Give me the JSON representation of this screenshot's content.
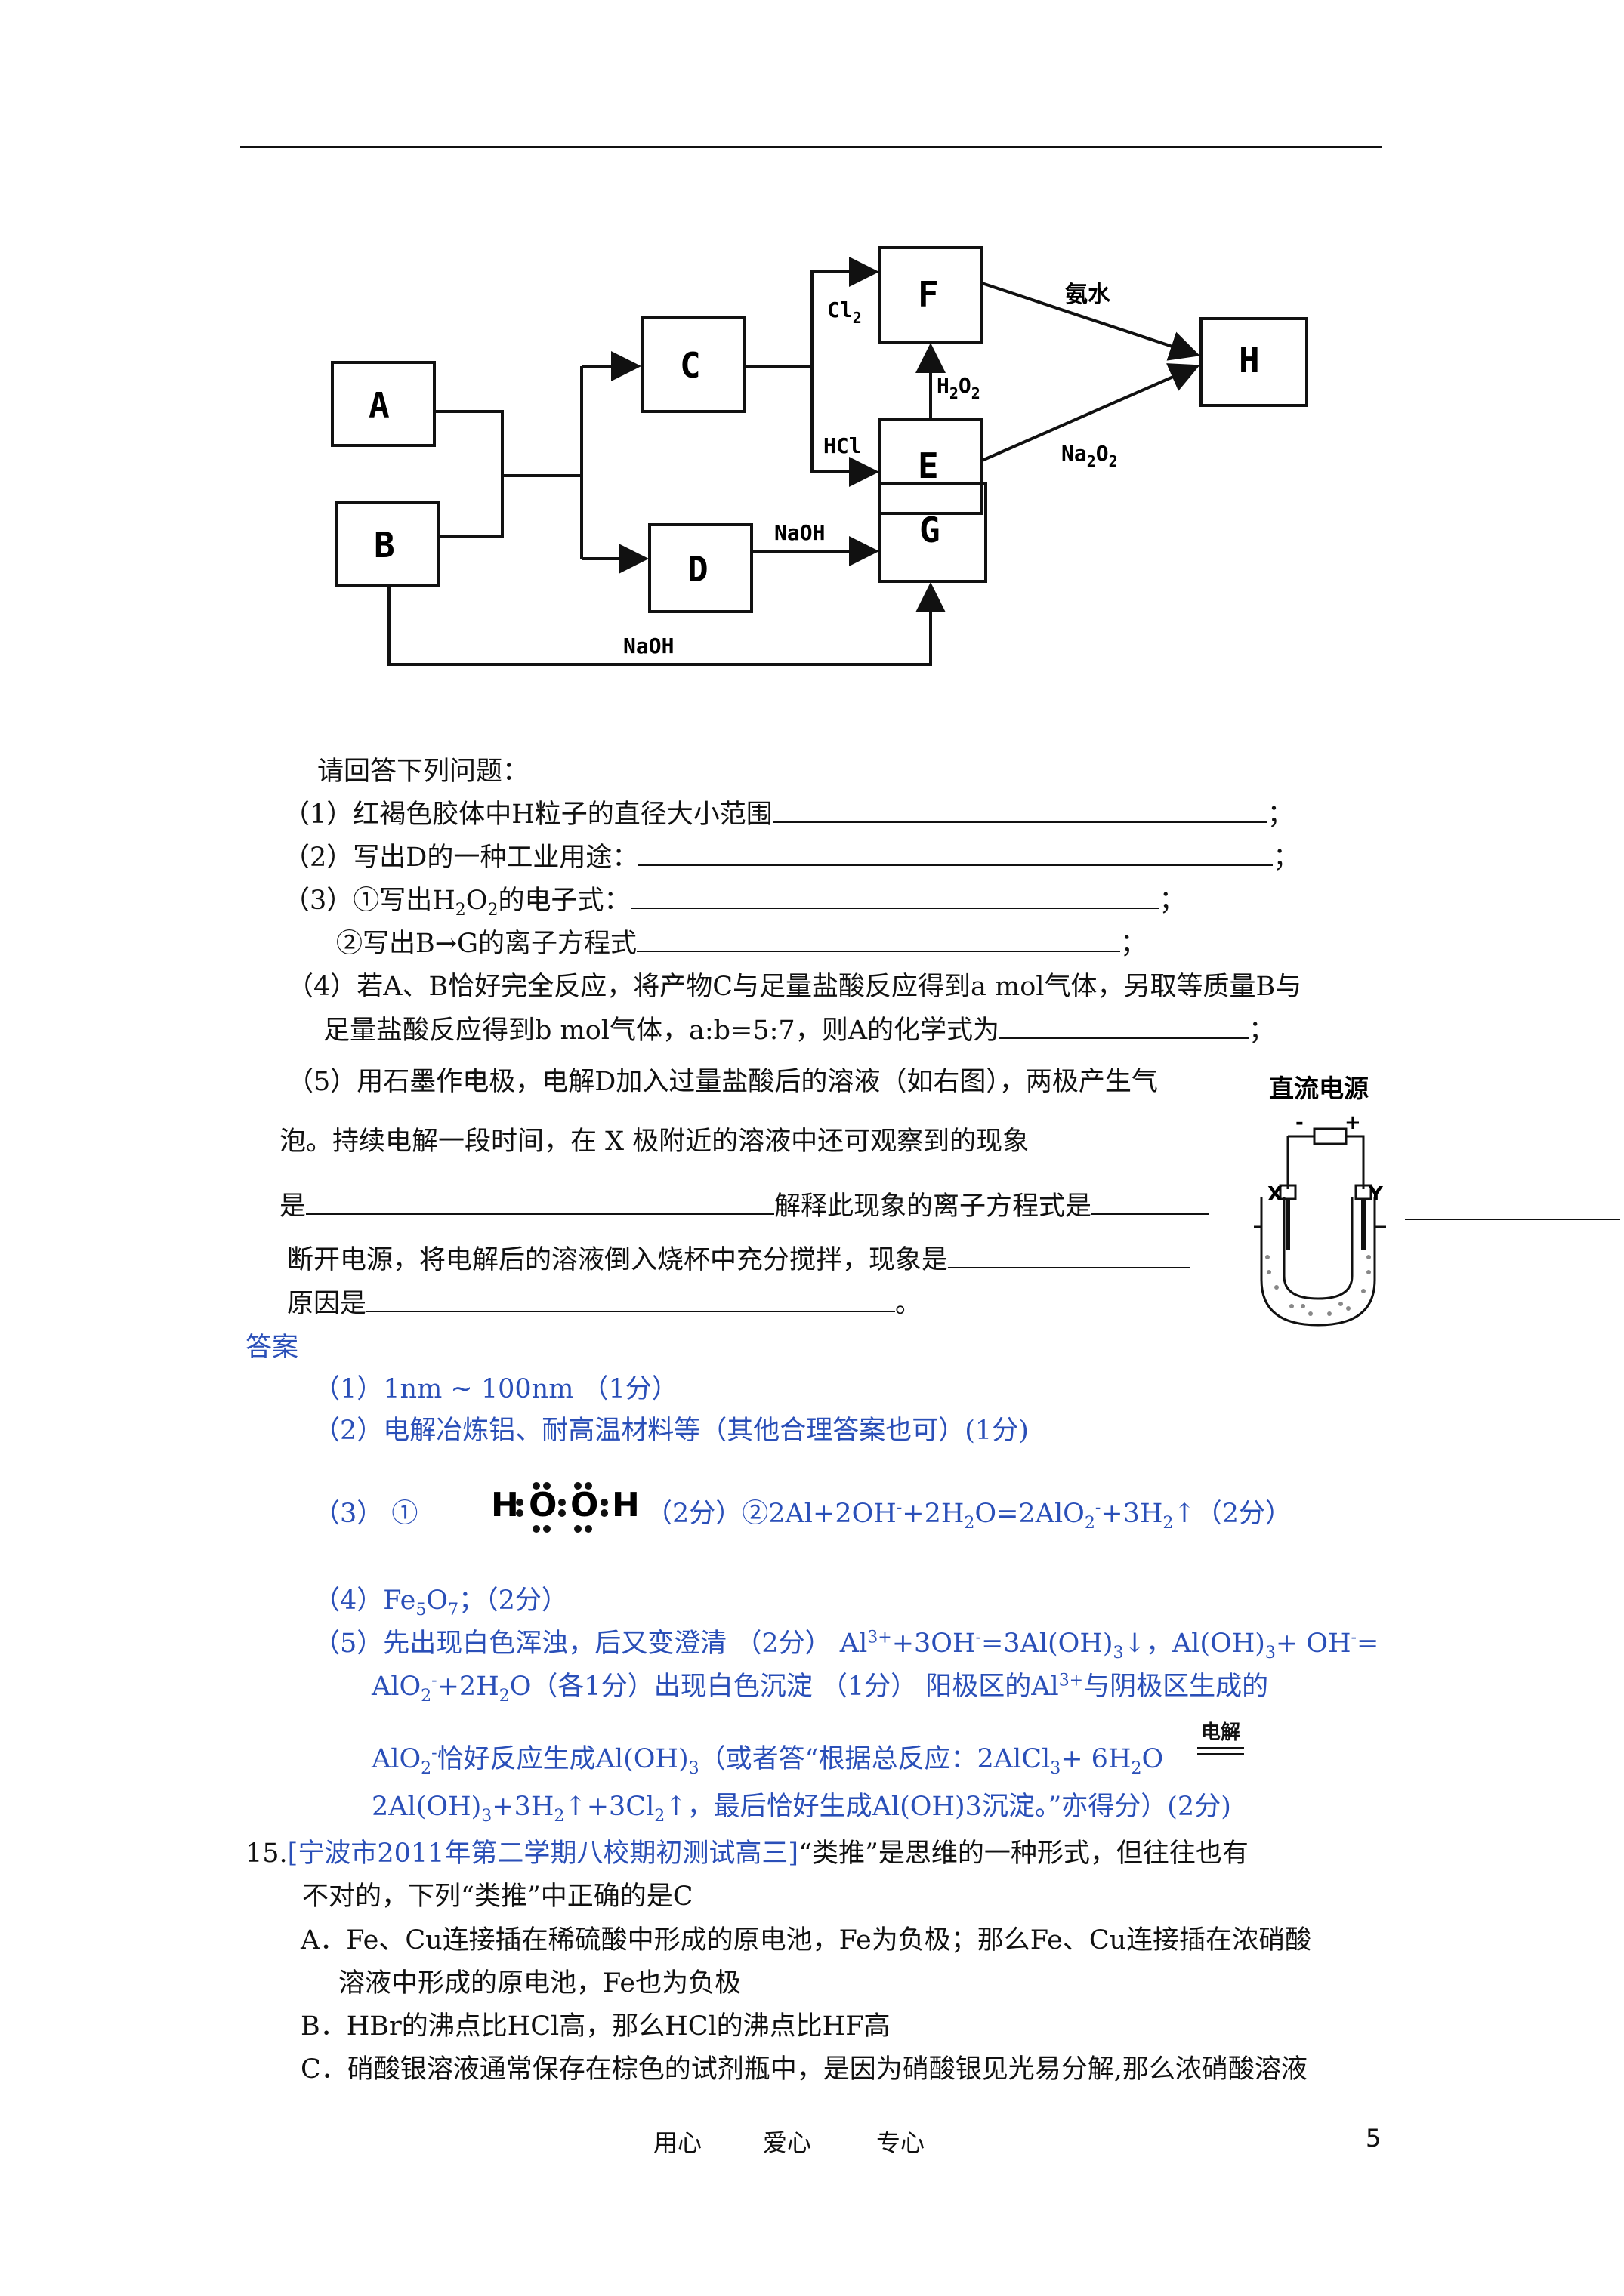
{
  "diagram": {
    "boxes": {
      "A": "A",
      "B": "B",
      "C": "C",
      "D": "D",
      "E": "E",
      "F": "F",
      "G": "G",
      "H": "H"
    },
    "edges": {
      "cl2": "Cl",
      "cl2_sub": "2",
      "hcl": "HCl",
      "h2o2": "H",
      "h2o2_sub1": "2",
      "h2o2_mid": "O",
      "h2o2_sub2": "2",
      "naoh_dg": "NaOH",
      "naoh_bg": "NaOH",
      "ammonia": "氨水",
      "na2o2": "Na",
      "na2o2_sub1": "2",
      "na2o2_mid": "O",
      "na2o2_sub2": "2"
    }
  },
  "questions": {
    "intro": "请回答下列问题：",
    "q1": "（1）红褐色胶体中H粒子的直径大小范围",
    "q1_end": "；",
    "q2": "（2）写出D的一种工业用途：",
    "q2_end": "；",
    "q3a_prefix": "（3）①写出H",
    "q3a_sub1": "2",
    "q3a_mid": "O",
    "q3a_sub2": "2",
    "q3a_suffix": "的电子式：",
    "q3a_end": "；",
    "q3b": "②写出B→G的离子方程式",
    "q3b_end": "；",
    "q4_line1": "（4）若A、B恰好完全反应，将产物C与足量盐酸反应得到a mol气体，另取等质量B与",
    "q4_line2": "足量盐酸反应得到b mol气体，a:b=5:7，则A的化学式为",
    "q4_end": "；",
    "q5_line1": "（5）用石墨作电极，电解D加入过量盐酸后的溶液（如右图），两极产生气",
    "q5_line2": "泡。持续电解一段时间，在 X  极附近的溶液中还可观察到的现象",
    "q5_line3a": "是",
    "q5_line3b": "解释此现象的离子方程式是",
    "q5_line4": "断开电源，将电解后的溶液倒入烧杯中充分搅拌，现象是",
    "q5_line5": "原因是",
    "q5_line5_end": "。"
  },
  "cell_figure": {
    "title": "直流电源",
    "minus": "-",
    "plus": "+",
    "x": "X",
    "y": "Y"
  },
  "answer": {
    "heading": "答案",
    "a1": "（1）1nm ~ 100nm （1分）",
    "a2": "（2）电解冶炼铝、耐高温材料等（其他合理答案也可）(1分)",
    "a3_prefix": "（3）  ①",
    "a3_h1": "H",
    "a3_o1": "O",
    "a3_o2": "O",
    "a3_h2": "H",
    "a3_score1": "（2分）②2Al+2OH",
    "a3_sup1": "-",
    "a3_mid": "+2H",
    "a3_sub1": "2",
    "a3_mid2": "O=2AlO",
    "a3_sub2": "2",
    "a3_sup2": "-",
    "a3_mid3": "+3H",
    "a3_sub3": "2",
    "a3_end": "↑（2分）",
    "a4_prefix": "（4）Fe",
    "a4_sub1": "5",
    "a4_mid": "O",
    "a4_sub2": "7",
    "a4_end": "；（2分）",
    "a5_l1_prefix": "（5）先出现白色浑浊，后又变澄清 （2分）  Al",
    "a5_l1_sup1": "3+",
    "a5_l1_mid": "+3OH",
    "a5_l1_sup2": "-",
    "a5_l1_mid2": "=3Al(OH)",
    "a5_l1_sub1": "3",
    "a5_l1_mid3": "↓，Al(OH)",
    "a5_l1_sub2": "3",
    "a5_l1_mid4": "+ OH",
    "a5_l1_sup3": "-",
    "a5_l1_end": "=",
    "a5_l2_prefix": "AlO",
    "a5_l2_sub1": "2",
    "a5_l2_sup1": "-",
    "a5_l2_mid": "+2H",
    "a5_l2_sub2": "2",
    "a5_l2_mid2": "O（各1分）出现白色沉淀 （1分）   阳极区的Al",
    "a5_l2_sup2": "3+",
    "a5_l2_end": "与阴极区生成的",
    "a5_l3_prefix": "AlO",
    "a5_l3_sub1": "2",
    "a5_l3_sup1": "-",
    "a5_l3_mid": "恰好反应生成Al(OH)",
    "a5_l3_sub2": "3",
    "a5_l3_mid2": "（或者答“根据总反应：2AlCl",
    "a5_l3_sub3": "3",
    "a5_l3_mid3": "+ 6H",
    "a5_l3_sub4": "2",
    "a5_l3_end": "O",
    "a5_l3_cond": "电解",
    "a5_l4_prefix": "2Al(OH)",
    "a5_l4_sub1": "3",
    "a5_l4_mid": "+3H",
    "a5_l4_sub2": "2",
    "a5_l4_mid2": "↑+3Cl",
    "a5_l4_sub3": "2",
    "a5_l4_end": "↑，最后恰好生成Al(OH)3沉淀。”亦得分）(2分)"
  },
  "q15": {
    "number": "15.",
    "source": "[宁波市2011年第二学期八校期初测试高三]",
    "stem1": "“类推”是思维的一种形式，但往往也有",
    "stem2": "不对的，下列“类推”中正确的是C",
    "optA1": "A．Fe、Cu连接插在稀硫酸中形成的原电池，Fe为负极；那么Fe、Cu连接插在浓硝酸",
    "optA2": "溶液中形成的原电池，Fe也为负极",
    "optB": "B．HBr的沸点比HCl高，那么HCl的沸点比HF高",
    "optC": "C．硝酸银溶液通常保存在棕色的试剂瓶中，是因为硝酸银见光易分解,那么浓硝酸溶液"
  },
  "footer": {
    "left1": "用心",
    "left2": "爱心",
    "left3": "专心",
    "page": "5"
  }
}
